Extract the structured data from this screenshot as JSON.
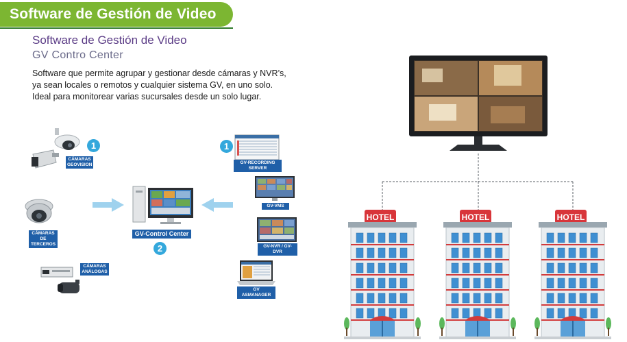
{
  "banner": {
    "title": "Software de Gestión de Video"
  },
  "header": {
    "title": "Software de Gestión de Video",
    "subtitle": "GV Contro Center"
  },
  "description": {
    "lines": [
      "Software que permite agrupar y gestionar desde cámaras y NVR’s,",
      "ya sean locales o remotos  y cualquier sistema GV, en uno solo.",
      "Ideal para monitorear varias sucursales desde un solo lugar."
    ]
  },
  "diagram": {
    "left_labels": [
      "CÁMARAS GEOVISION",
      "CÁMARAS DE TERCEROS",
      "CÁMARAS ANÁLOGAS"
    ],
    "center_label": "GV-Control Center",
    "right_labels": [
      "GV-RECORDING SERVER",
      "GV-VMS",
      "GV-NVR / GV-DVR",
      "GV ASMANAGER"
    ],
    "numbers": [
      "1",
      "1",
      "2"
    ]
  },
  "hotels": {
    "sign": "HOTEL"
  },
  "colors": {
    "banner": "#7cb632",
    "label": "#1f5fa8",
    "badge": "#34a8dc",
    "arrow": "#9fd2ee",
    "hotel_sign": "#d8353a"
  }
}
